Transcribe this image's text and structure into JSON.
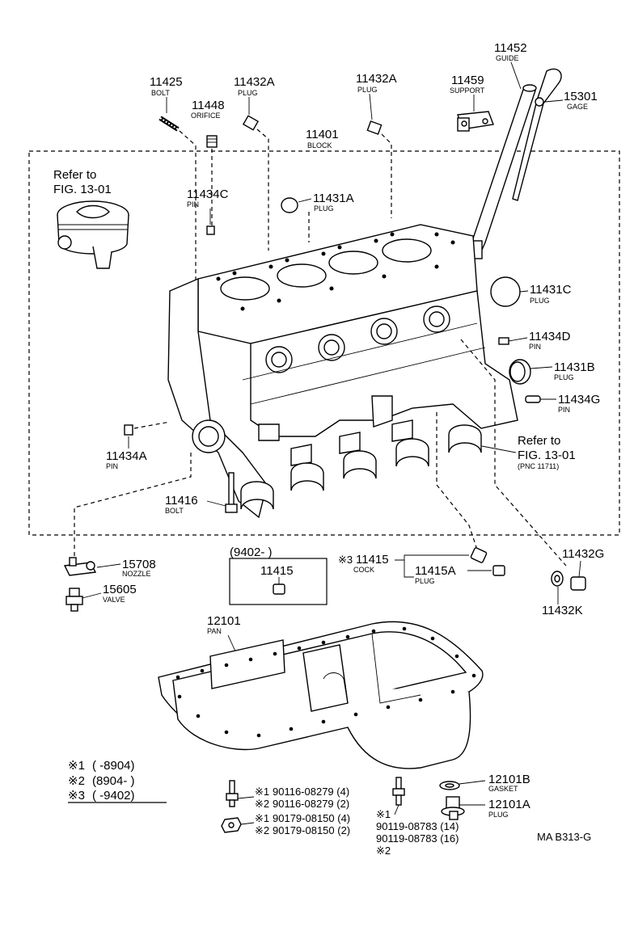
{
  "figure_code": "MA B313-G",
  "parts": {
    "p11425": {
      "num": "11425",
      "name": "BOLT"
    },
    "p11432A_1": {
      "num": "11432A",
      "name": "PLUG"
    },
    "p11432A_2": {
      "num": "11432A",
      "name": "PLUG"
    },
    "p11448": {
      "num": "11448",
      "name": "ORIFICE"
    },
    "p11401": {
      "num": "11401",
      "name": "BLOCK"
    },
    "p11452": {
      "num": "11452",
      "name": "GUIDE"
    },
    "p11459": {
      "num": "11459",
      "name": "SUPPORT"
    },
    "p15301": {
      "num": "15301",
      "name": "GAGE"
    },
    "p11434C": {
      "num": "11434C",
      "name": "PIN"
    },
    "p11431A": {
      "num": "11431A",
      "name": "PLUG"
    },
    "p11431C": {
      "num": "11431C",
      "name": "PLUG"
    },
    "p11434D": {
      "num": "11434D",
      "name": "PIN"
    },
    "p11431B": {
      "num": "11431B",
      "name": "PLUG"
    },
    "p11434G": {
      "num": "11434G",
      "name": "PIN"
    },
    "p11434A": {
      "num": "11434A",
      "name": "PIN"
    },
    "p11416": {
      "num": "11416",
      "name": "BOLT"
    },
    "p15708": {
      "num": "15708",
      "name": "NOZZLE"
    },
    "p15605": {
      "num": "15605",
      "name": "VALVE"
    },
    "p11415": {
      "num": "11415",
      "mark": "※3",
      "name": "COCK"
    },
    "p11415A": {
      "num": "11415A",
      "name": "PLUG"
    },
    "p11432G": {
      "num": "11432G"
    },
    "p11432K": {
      "num": "11432K"
    },
    "p12101": {
      "num": "12101",
      "name": "PAN"
    },
    "p12101B": {
      "num": "12101B",
      "name": "GASKET"
    },
    "p12101A": {
      "num": "12101A",
      "name": "PLUG"
    }
  },
  "refer_piston": {
    "line1": "Refer to",
    "line2": "FIG. 13-01"
  },
  "refer_bearing": {
    "line1": "Refer to",
    "line2": "FIG. 13-01",
    "pnc": "(PNC 11711)"
  },
  "inset": {
    "date_range": "(9402-        )",
    "part": "11415"
  },
  "legend": [
    {
      "mark": "※1",
      "range": "(        -8904)"
    },
    {
      "mark": "※2",
      "range": "(8904-        )"
    },
    {
      "mark": "※3",
      "range": "(        -9402)"
    }
  ],
  "hardware": {
    "bolt_a1": {
      "mark": "※1",
      "text": "90116-08279 (4)"
    },
    "bolt_a2": {
      "mark": "※2",
      "text": "90116-08279 (2)"
    },
    "nut_b1": {
      "mark": "※1",
      "text": "90179-08150 (4)"
    },
    "nut_b2": {
      "mark": "※2",
      "text": "90179-08150 (2)"
    },
    "stud_mark1": "※1",
    "stud_c1": "90119-08783 (14)",
    "stud_c2": "90119-08783 (16)",
    "stud_mark2": "※2"
  }
}
